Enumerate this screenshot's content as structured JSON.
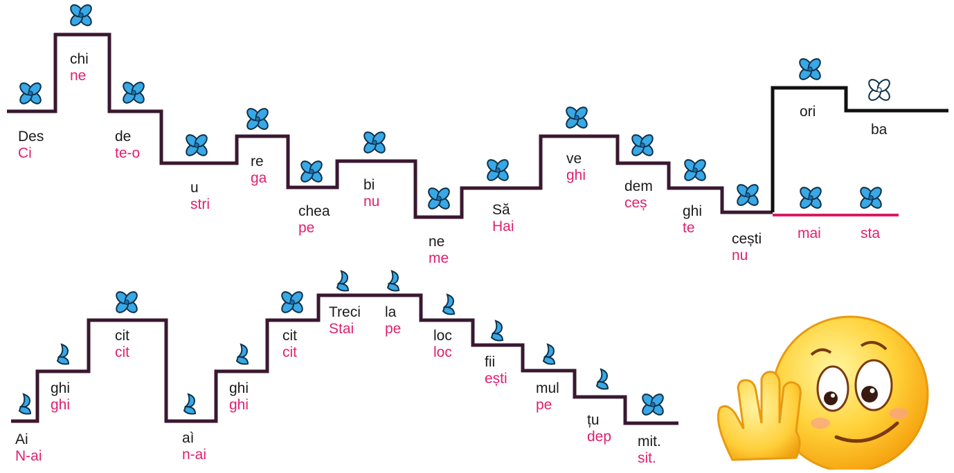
{
  "colors": {
    "path_dark": "#3a1830",
    "path_magenta": "#d81b60",
    "path_black": "#111111",
    "flower_fill": "#39a8e6",
    "flower_stroke": "#10324a",
    "text_top": "#1a1a1a",
    "text_bottom": "#e0206e",
    "emoji_face": "#ffcf3a",
    "emoji_face_edge": "#f2a20c",
    "emoji_hand": "#ffcf3a"
  },
  "row1": {
    "syllables": [
      {
        "top": "Des",
        "bottom": "Ci"
      },
      {
        "top": "chi",
        "bottom": "ne"
      },
      {
        "top": "de",
        "bottom": "te-o"
      },
      {
        "top": "u",
        "bottom": "stri"
      },
      {
        "top": "re",
        "bottom": "ga"
      },
      {
        "top": "chea",
        "bottom": "pe"
      },
      {
        "top": "bi",
        "bottom": "nu"
      },
      {
        "top": "ne",
        "bottom": "me"
      },
      {
        "top": "Să",
        "bottom": "Hai"
      },
      {
        "top": "ve",
        "bottom": "ghi"
      },
      {
        "top": "dem",
        "bottom": "ceș"
      },
      {
        "top": "ghi",
        "bottom": "te"
      },
      {
        "top": "cești",
        "bottom": "nu"
      },
      {
        "top": "ori",
        "bottom": ""
      },
      {
        "top": "ba",
        "bottom": ""
      },
      {
        "top": "",
        "bottom": "mai"
      },
      {
        "top": "",
        "bottom": "sta"
      }
    ]
  },
  "row2": {
    "syllables": [
      {
        "top": "Ai",
        "bottom": "N-ai"
      },
      {
        "top": "ghi",
        "bottom": "ghi"
      },
      {
        "top": "cit",
        "bottom": "cit"
      },
      {
        "top": "aì",
        "bottom": "n-ai"
      },
      {
        "top": "ghi",
        "bottom": "ghi"
      },
      {
        "top": "cit",
        "bottom": "cit"
      },
      {
        "top": "Treci",
        "bottom": "Stai"
      },
      {
        "top": "la",
        "bottom": "pe"
      },
      {
        "top": "loc",
        "bottom": "loc"
      },
      {
        "top": "fii",
        "bottom": "ești"
      },
      {
        "top": "mul",
        "bottom": "pe"
      },
      {
        "top": "țu",
        "bottom": "dep"
      },
      {
        "top": "mit.",
        "bottom": "sit."
      }
    ]
  },
  "icons": {
    "flower": "four-petal-flower-icon",
    "flower_outline": "four-petal-flower-outline-icon",
    "petal": "petal-bud-icon",
    "emoji": "smiley-waving-emoji"
  }
}
